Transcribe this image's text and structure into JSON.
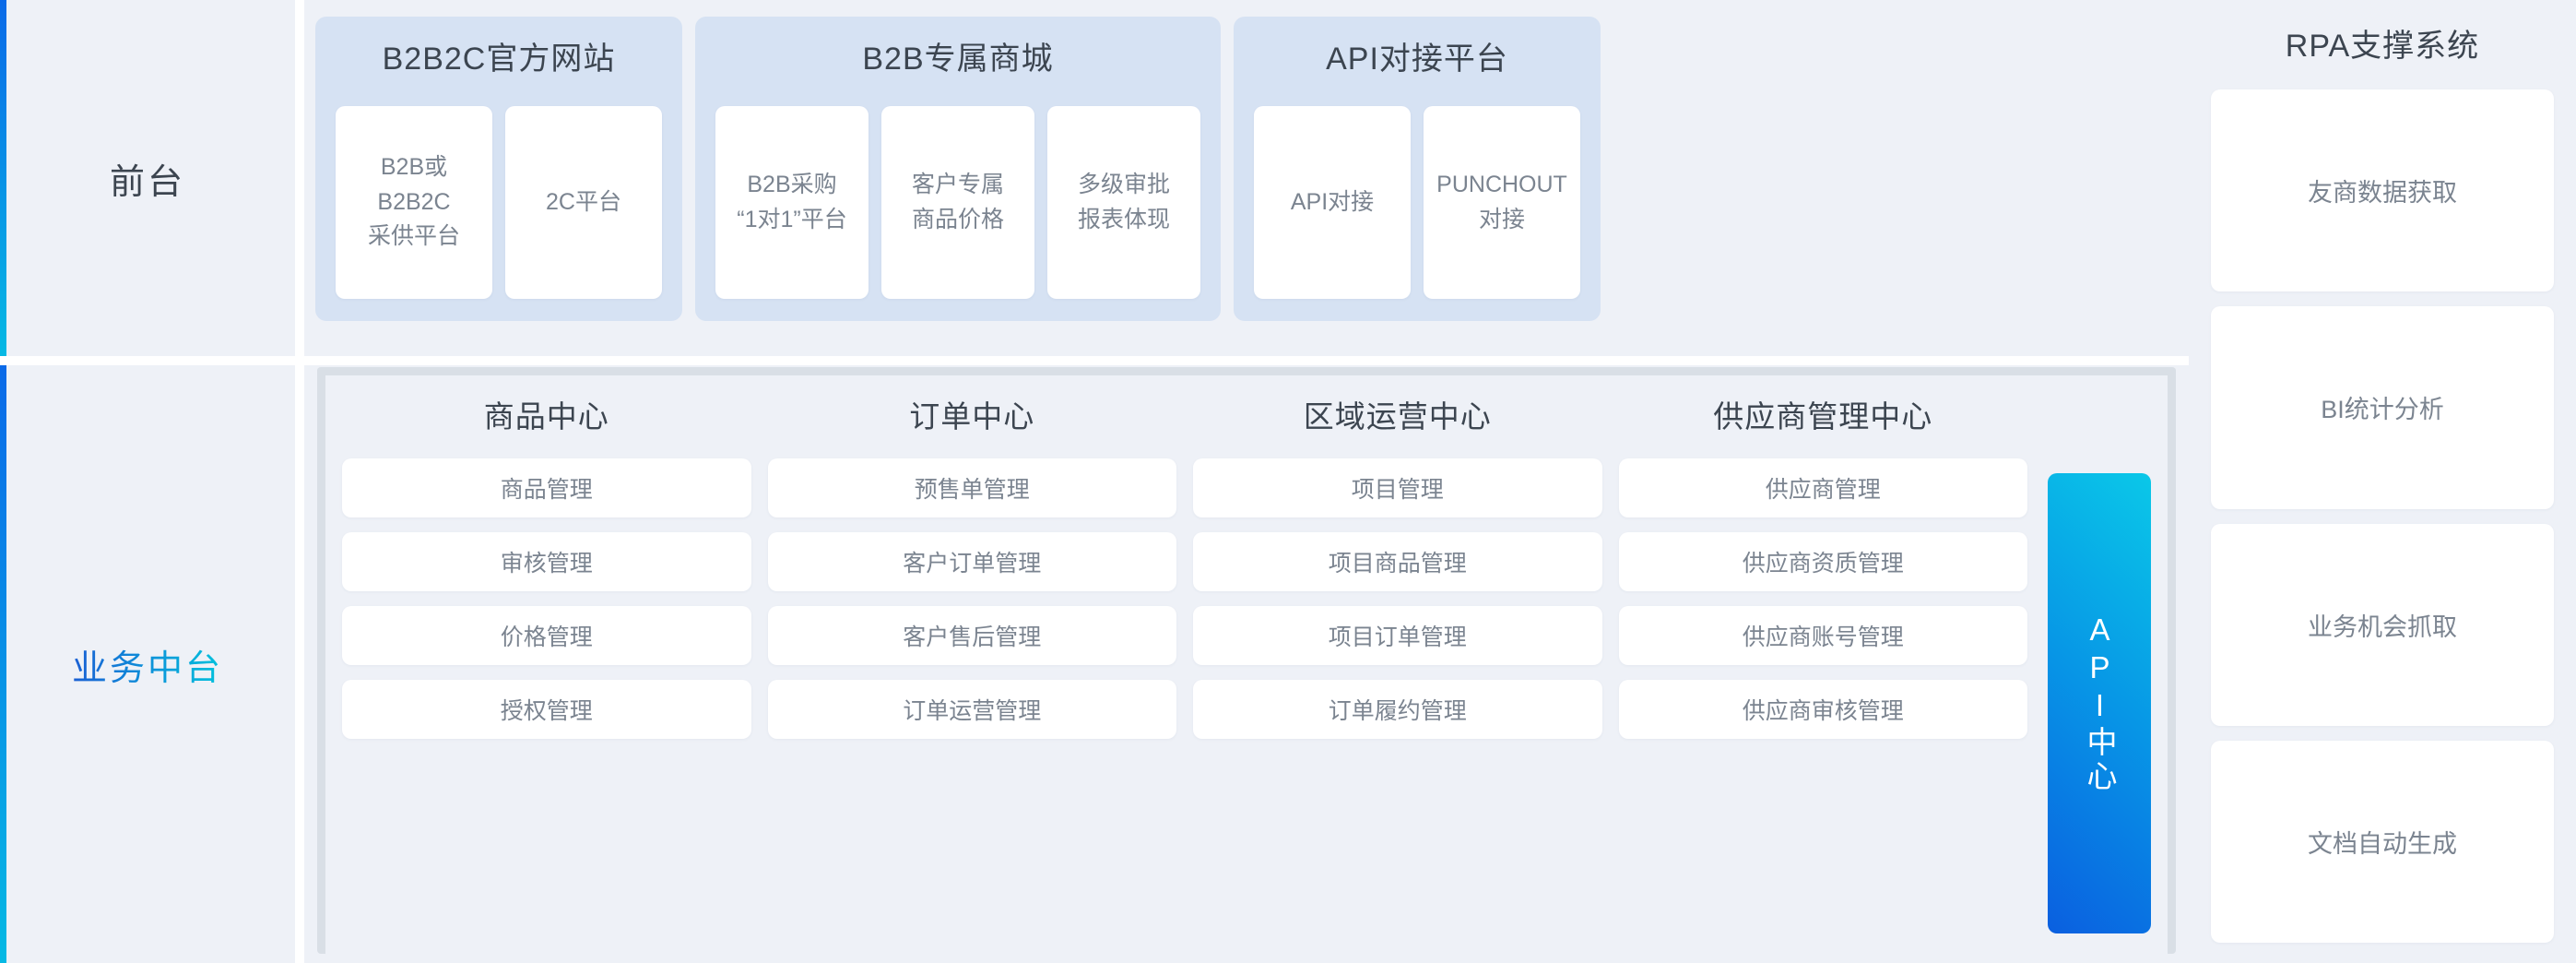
{
  "colors": {
    "section_bg": "#eef1f7",
    "group_card_bg": "#d6e2f3",
    "leaf_card_bg": "#ffffff",
    "title_text": "#3c4550",
    "leaf_text": "#7b8490",
    "accent_blue": "#0b6ae8",
    "accent_cyan": "#06b9e4",
    "frame_border": "#d9dfe6"
  },
  "rails": {
    "front": "前台",
    "middle": "业务中台"
  },
  "front": {
    "groups": [
      {
        "title": "B2B2C官方网站",
        "items": [
          "B2B或B2B2C\n采供平台",
          "2C平台"
        ]
      },
      {
        "title": "B2B专属商城",
        "items": [
          "B2B采购\n“1对1”平台",
          "客户专属\n商品价格",
          "多级审批\n报表体现"
        ]
      },
      {
        "title": "API对接平台",
        "items": [
          "API对接",
          "PUNCHOUT\n对接"
        ]
      }
    ]
  },
  "middle": {
    "columns": [
      {
        "title": "商品中心",
        "items": [
          "商品管理",
          "审核管理",
          "价格管理",
          "授权管理"
        ]
      },
      {
        "title": "订单中心",
        "items": [
          "预售单管理",
          "客户订单管理",
          "客户售后管理",
          "订单运营管理"
        ]
      },
      {
        "title": "区域运营中心",
        "items": [
          "项目管理",
          "项目商品管理",
          "项目订单管理",
          "订单履约管理"
        ]
      },
      {
        "title": "供应商管理中心",
        "items": [
          "供应商管理",
          "供应商资质管理",
          "供应商账号管理",
          "供应商审核管理"
        ]
      }
    ],
    "api_center": "API中心"
  },
  "rpa": {
    "title": "RPA支撑系统",
    "items": [
      "友商数据获取",
      "BI统计分析",
      "业务机会抓取",
      "文档自动生成"
    ]
  }
}
